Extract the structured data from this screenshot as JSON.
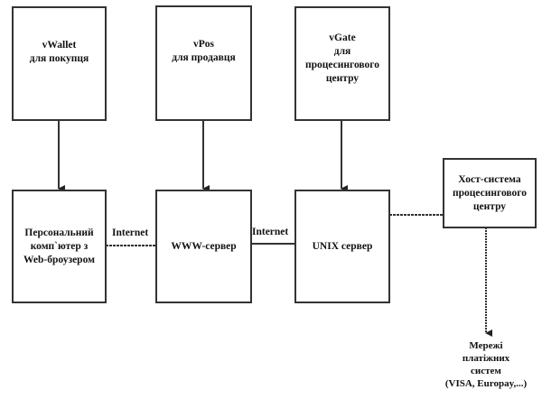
{
  "diagram": {
    "top_boxes": [
      {
        "id": "vwallet",
        "lines": [
          "vWallet",
          "для покупця"
        ]
      },
      {
        "id": "vpos",
        "lines": [
          "vPos",
          "для продавця"
        ]
      },
      {
        "id": "vgate",
        "lines": [
          "vGate",
          "для",
          "процесингового",
          "центру"
        ]
      }
    ],
    "bottom_boxes": [
      {
        "id": "pc",
        "lines": [
          "Персональний",
          "комп`ютер з",
          "Web-броузером"
        ]
      },
      {
        "id": "www",
        "lines": [
          "WWW-сервер"
        ]
      },
      {
        "id": "unix",
        "lines": [
          "UNIX сервер"
        ]
      }
    ],
    "host_box": {
      "lines": [
        "Хост-система",
        "процесингового",
        "центру"
      ]
    },
    "connections": [
      {
        "from": "pc",
        "to": "www",
        "label": "Internet"
      },
      {
        "from": "www",
        "to": "unix",
        "label": "Internet"
      },
      {
        "from": "unix",
        "to": "host",
        "label": ""
      }
    ],
    "output": {
      "lines": [
        "Мережі",
        "платіжних",
        "систем",
        "(VISA, Europay,...)"
      ]
    }
  }
}
